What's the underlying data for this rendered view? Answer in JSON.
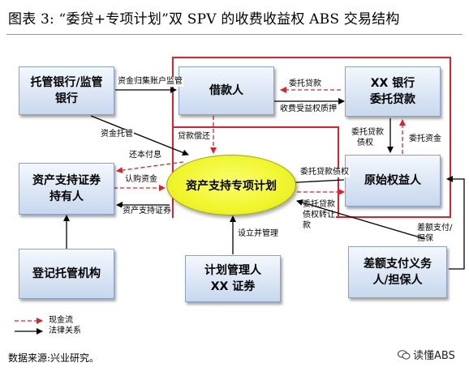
{
  "title": "图表 3:    “委贷+专项计划”双 SPV 的收费收益权 ABS 交易结构",
  "nodes": {
    "custodian_bank": "托管银行/监管银行",
    "borrower": "借款人",
    "xx_bank": "XX 银行\n委托贷款",
    "security_holder": "资产支持证券持有人",
    "special_plan": "资产支持专项计划",
    "original_owner": "原始权益人",
    "registry": "登记托管机构",
    "manager": "计划管理人\nXX 证券",
    "guarantor": "差额支付义务人/担保人"
  },
  "edge_labels": {
    "fund_collection": "资金归集账户监管",
    "entrusted_loan": "委托贷款",
    "fee_pledge": "收费受益权质押",
    "fund_custody": "资金托管",
    "loan_repay": "贷款偿还",
    "principal_interest": "还本付息",
    "subscribe_funds": "认购资金",
    "abs_securities": "资产支持证券",
    "entrusted_claim_1": "委托贷款",
    "entrusted_claim_2": "债权",
    "entrusted_funds": "委托资金",
    "loan_claim": "委托贷款债权",
    "transfer_1": "委托贷款",
    "transfer_2": "债权转让",
    "transfer_3": "款",
    "setup_manage": "设立并管理",
    "shortfall_1": "差额支付/",
    "shortfall_2": "担保"
  },
  "legend": {
    "cash_flow": "现金流",
    "legal_relation": "法律关系"
  },
  "source": "数据来源:兴业研究。",
  "watermark": "读懂ABS",
  "colors": {
    "red": "#e0202a",
    "box_border": "#8aa2c8",
    "ellipse_fill": "#f0f52c"
  }
}
